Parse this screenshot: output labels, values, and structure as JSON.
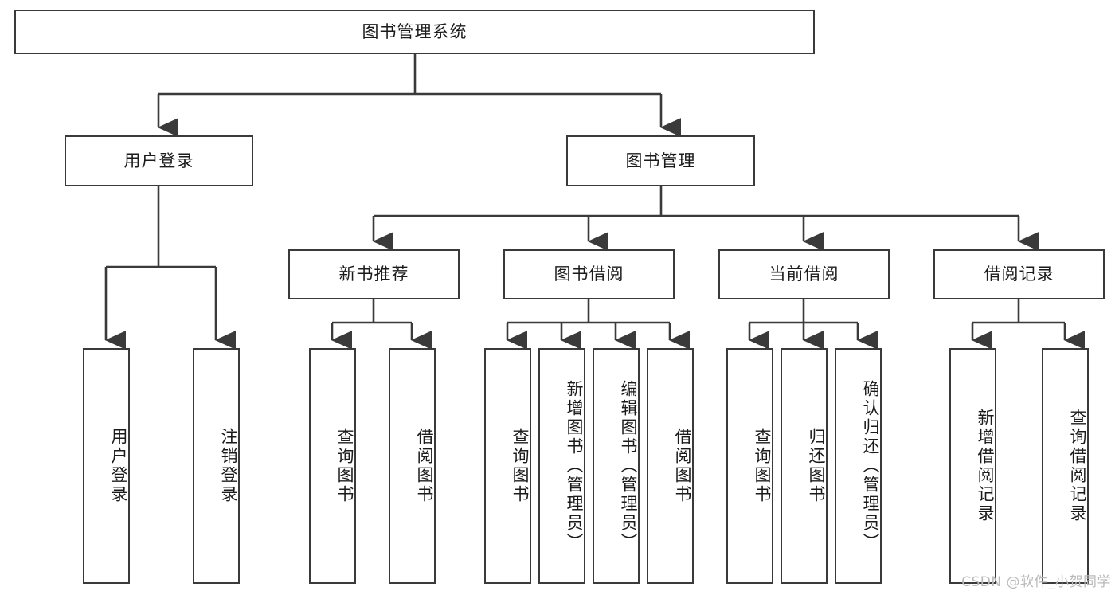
{
  "diagram": {
    "title": "图书管理系统",
    "type": "tree",
    "root": {
      "id": "root",
      "label": "图书管理系统",
      "orientation": "horizontal"
    },
    "level1": [
      {
        "id": "user-login",
        "label": "用户登录",
        "orientation": "horizontal"
      },
      {
        "id": "book-manage",
        "label": "图书管理",
        "orientation": "horizontal"
      }
    ],
    "level2": [
      {
        "id": "new-book-recommend",
        "label": "新书推荐",
        "orientation": "horizontal",
        "parent": "book-manage"
      },
      {
        "id": "book-borrow",
        "label": "图书借阅",
        "orientation": "horizontal",
        "parent": "book-manage"
      },
      {
        "id": "current-borrow",
        "label": "当前借阅",
        "orientation": "horizontal",
        "parent": "book-manage"
      },
      {
        "id": "borrow-record",
        "label": "借阅记录",
        "orientation": "horizontal",
        "parent": "book-manage"
      }
    ],
    "leaves": {
      "user_login": [
        {
          "id": "leaf-user-login",
          "label": "用户登录",
          "orientation": "vertical"
        },
        {
          "id": "leaf-logout-login",
          "label": "注销登录",
          "orientation": "vertical"
        }
      ],
      "new_book_recommend": [
        {
          "id": "leaf-query-book-1",
          "label": "查询图书",
          "orientation": "vertical"
        },
        {
          "id": "leaf-borrow-book-1",
          "label": "借阅图书",
          "orientation": "vertical"
        }
      ],
      "book_borrow": [
        {
          "id": "leaf-query-book-2",
          "label": "查询图书",
          "orientation": "vertical"
        },
        {
          "id": "leaf-add-book",
          "label": "新增图书（管理员）",
          "orientation": "vertical"
        },
        {
          "id": "leaf-edit-book",
          "label": "编辑图书（管理员）",
          "orientation": "vertical"
        },
        {
          "id": "leaf-borrow-book-2",
          "label": "借阅图书",
          "orientation": "vertical"
        }
      ],
      "current_borrow": [
        {
          "id": "leaf-query-book-3",
          "label": "查询图书",
          "orientation": "vertical"
        },
        {
          "id": "leaf-return-book",
          "label": "归还图书",
          "orientation": "vertical"
        },
        {
          "id": "leaf-confirm-return",
          "label": "确认归还（管理员）",
          "orientation": "vertical"
        }
      ],
      "borrow_record": [
        {
          "id": "leaf-add-record",
          "label": "新增借阅记录",
          "orientation": "vertical"
        },
        {
          "id": "leaf-query-record",
          "label": "查询借阅记录",
          "orientation": "vertical"
        }
      ]
    },
    "colors": {
      "background": "#ffffff",
      "node_border": "#3a3a3a",
      "node_fill": "#ffffff",
      "edge": "#3a3a3a",
      "text": "#1b1b1b",
      "watermark": "#b9b9b9"
    }
  },
  "watermark": {
    "text": "CSDN @软件_小贺同学"
  }
}
